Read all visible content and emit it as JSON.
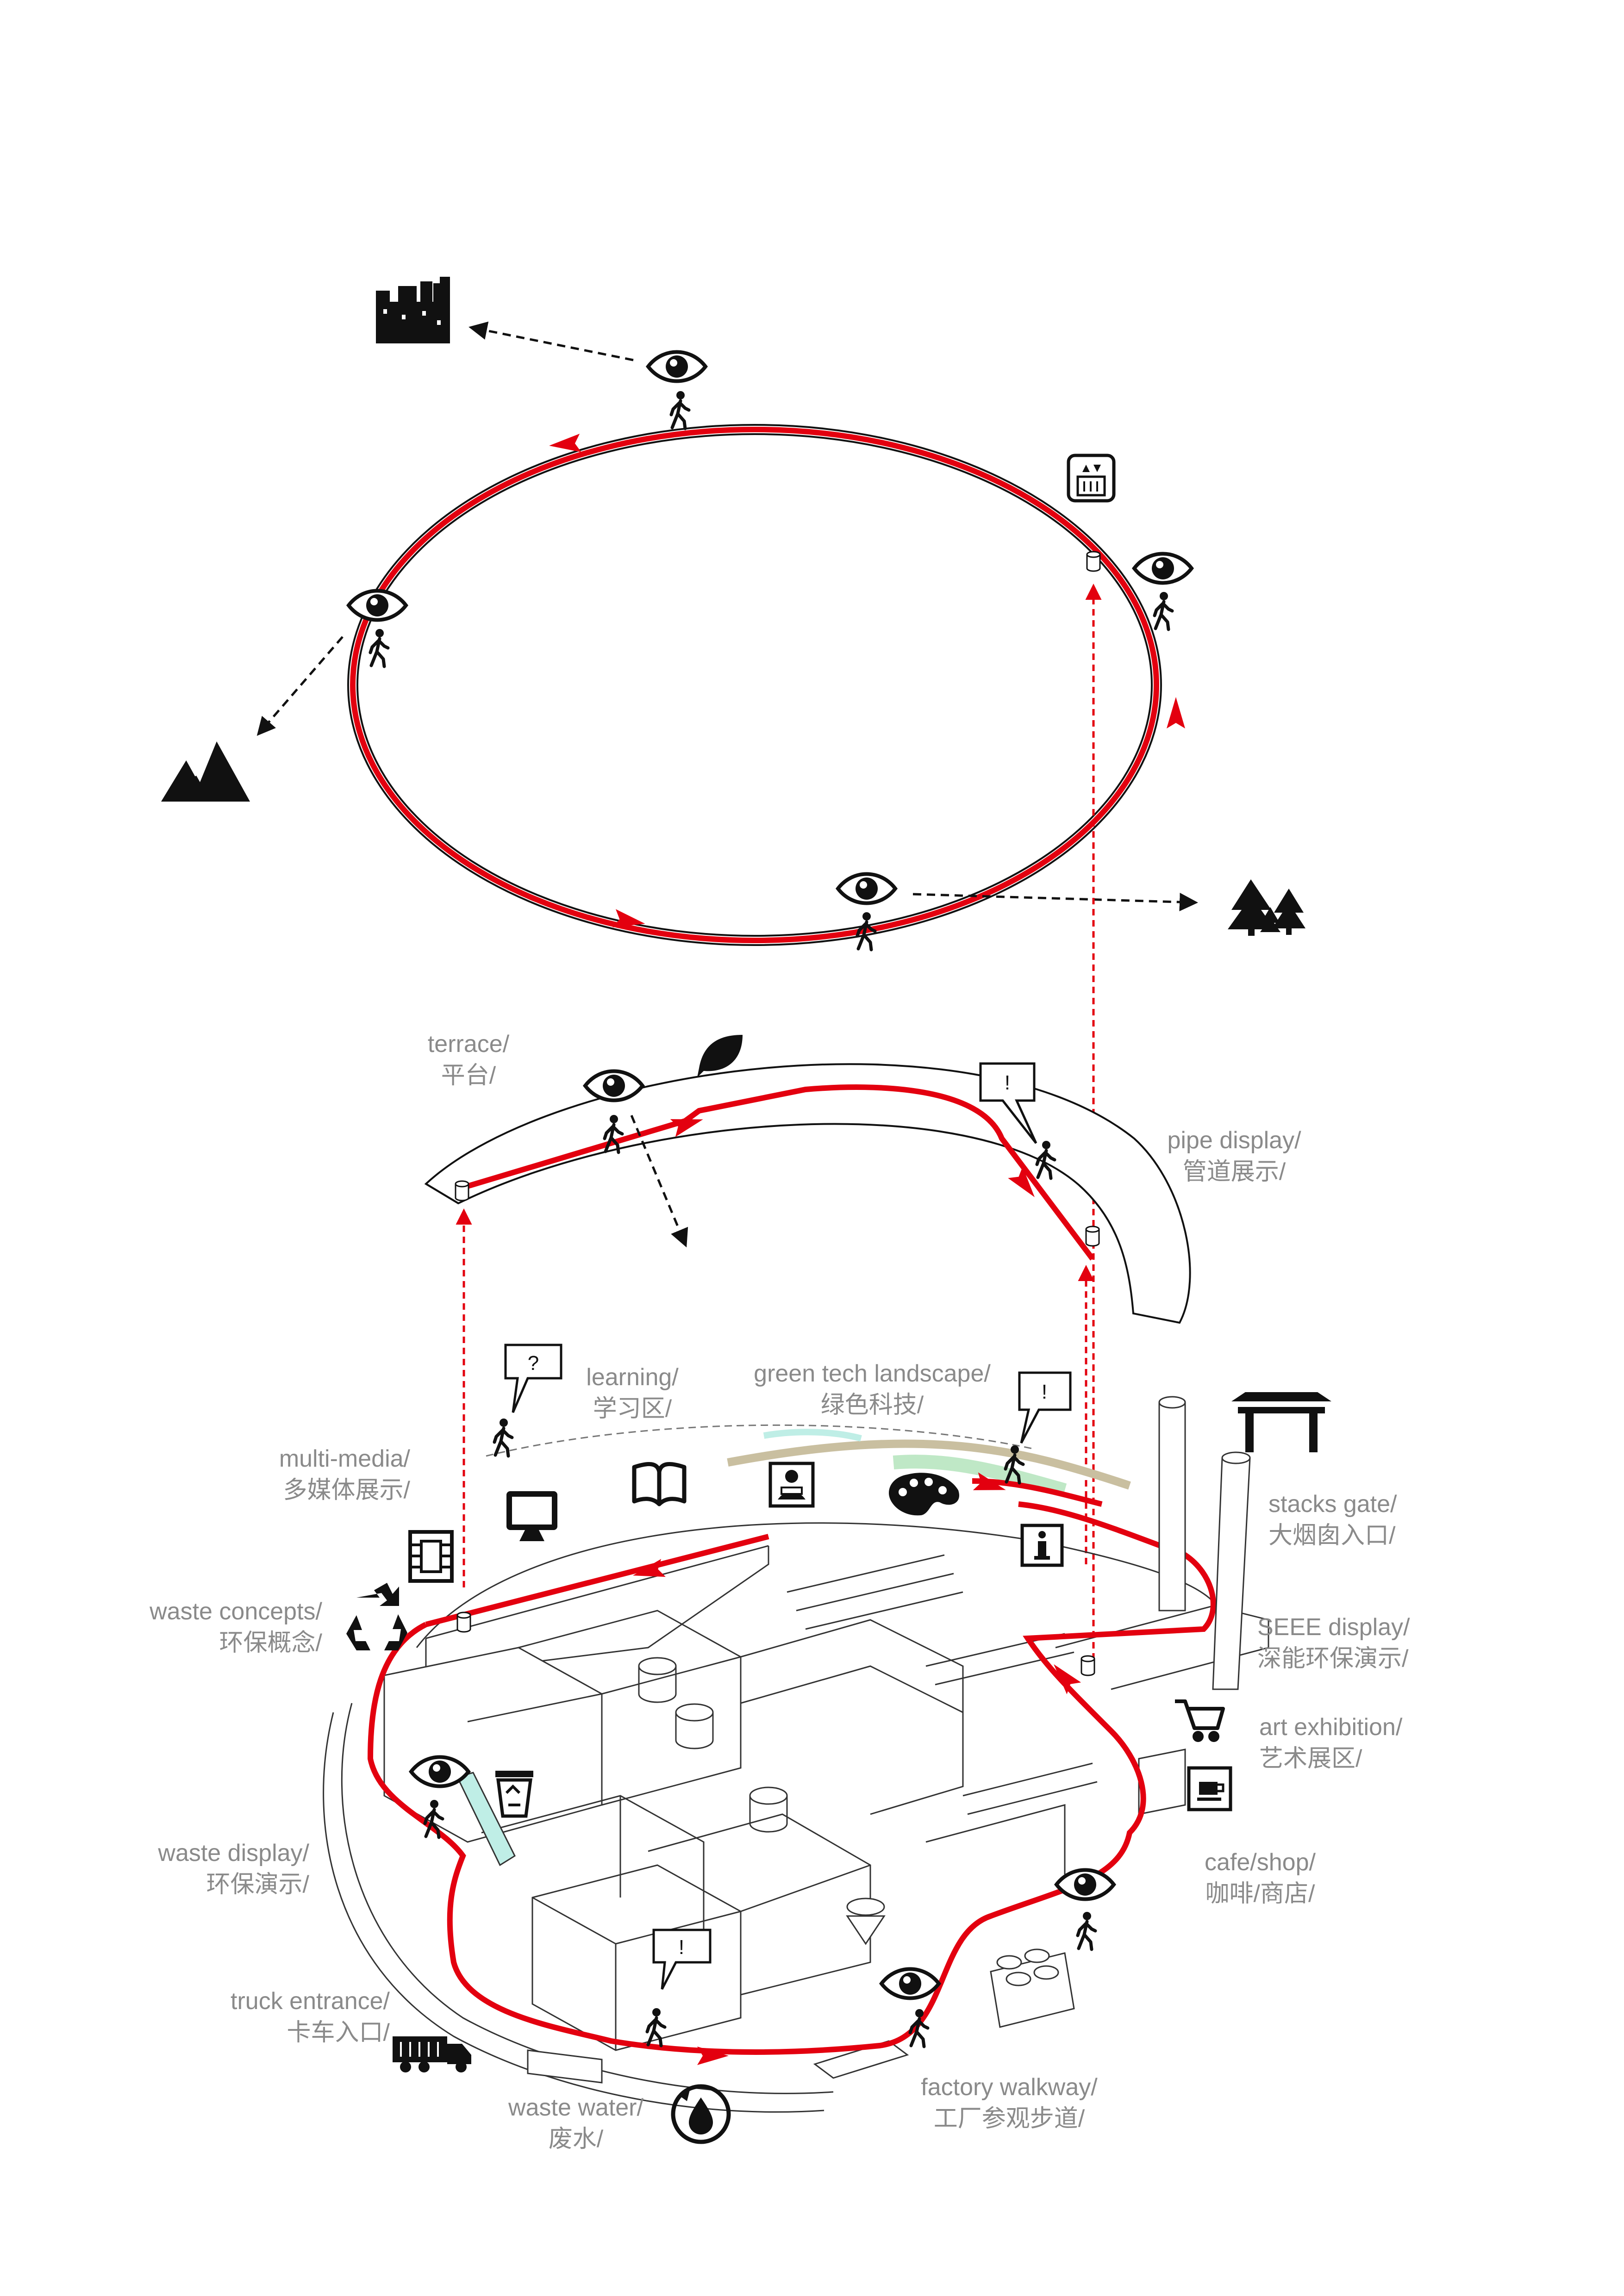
{
  "labels": {
    "terrace": {
      "en": "terrace/",
      "zh": "平台/"
    },
    "pipe_display": {
      "en": "pipe display/",
      "zh": "管道展示/"
    },
    "learning": {
      "en": "learning/",
      "zh": "学习区/"
    },
    "green_tech": {
      "en": "green tech landscape/",
      "zh": "绿色科技/"
    },
    "multi_media": {
      "en": "multi-media/",
      "zh": "多媒体展示/"
    },
    "stacks_gate": {
      "en": "stacks gate/",
      "zh": "大烟囱入口/"
    },
    "waste_concepts": {
      "en": "waste concepts/",
      "zh": "环保概念/"
    },
    "seee_display": {
      "en": "SEEE display/",
      "zh": "深能环保演示/"
    },
    "art_exhibition": {
      "en": "art exhibition/",
      "zh": "艺术展区/"
    },
    "waste_display": {
      "en": "waste display/",
      "zh": "环保演示/"
    },
    "cafe_shop": {
      "en": "cafe/shop/",
      "zh": "咖啡/商店/"
    },
    "truck_entrance": {
      "en": "truck entrance/",
      "zh": "卡车入口/"
    },
    "waste_water": {
      "en": "waste water/",
      "zh": "废水/"
    },
    "factory_walkway": {
      "en": "factory walkway/",
      "zh": "工厂参观步道/"
    }
  },
  "bubbles": {
    "question": "?",
    "exclaim": "!"
  },
  "colors": {
    "route": "#e3000f",
    "label": "#8a8a8a",
    "line": "#222222",
    "green": "#bfe8c6",
    "tan": "#c9bfa0",
    "cyan": "#bfeee6"
  },
  "icons": [
    "city-skyline-icon",
    "mountain-icon",
    "forest-icon",
    "elevator-icon",
    "leaf-icon",
    "eye-icon",
    "walking-person-icon",
    "film-icon",
    "monitor-icon",
    "book-icon",
    "reading-icon",
    "palette-icon",
    "info-icon",
    "recycle-icon",
    "recycle-bin-icon",
    "truck-icon",
    "water-drop-icon",
    "shopping-cart-icon",
    "coffee-icon",
    "gate-icon"
  ]
}
